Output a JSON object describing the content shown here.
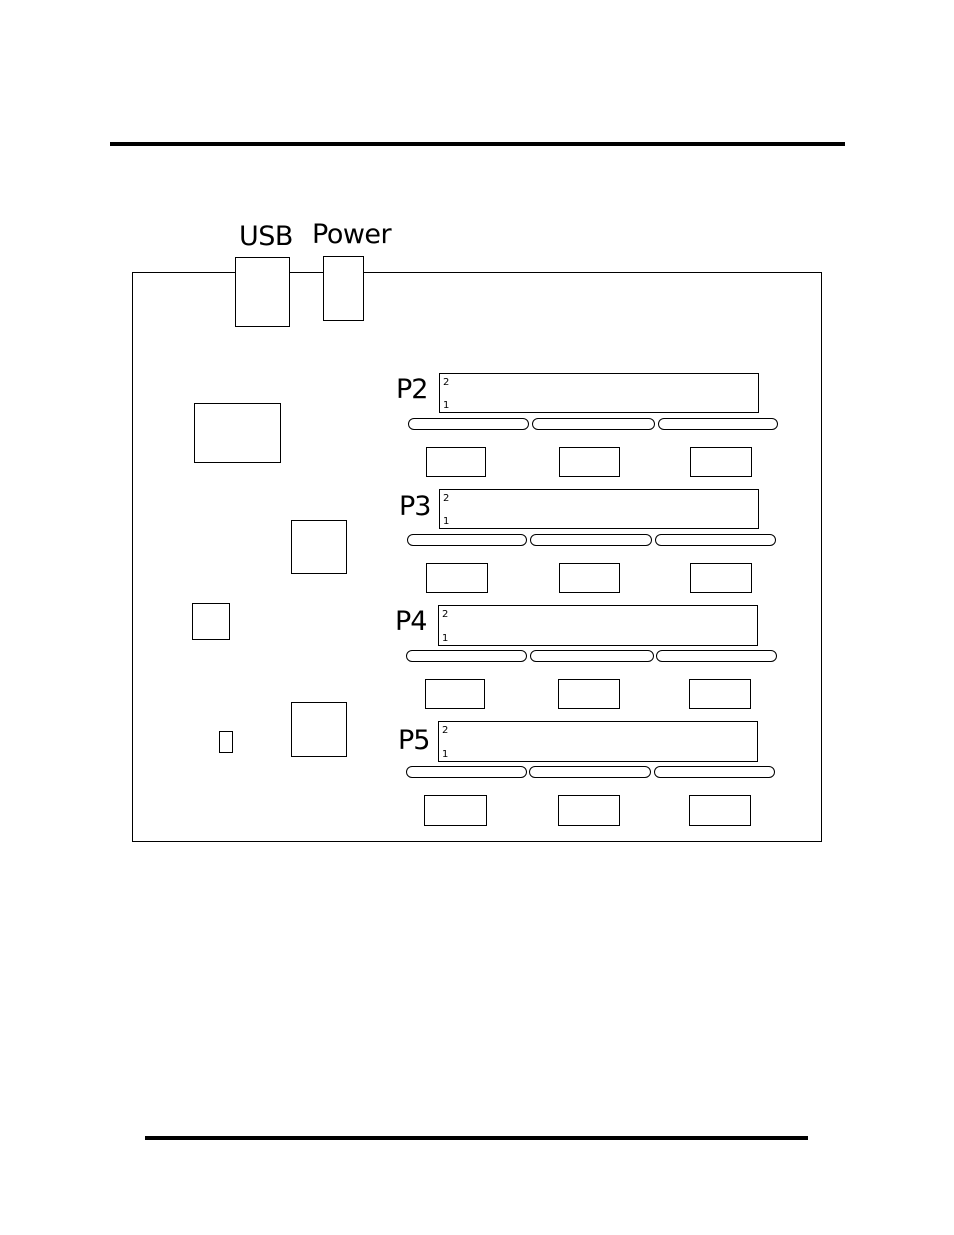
{
  "connectors": {
    "usb_label": "USB",
    "power_label": "Power"
  },
  "ports": [
    {
      "label": "P2",
      "pin_top": "2",
      "pin_bottom": "1"
    },
    {
      "label": "P3",
      "pin_top": "2",
      "pin_bottom": "1"
    },
    {
      "label": "P4",
      "pin_top": "2",
      "pin_bottom": "1"
    },
    {
      "label": "P5",
      "pin_top": "2",
      "pin_bottom": "1"
    }
  ]
}
